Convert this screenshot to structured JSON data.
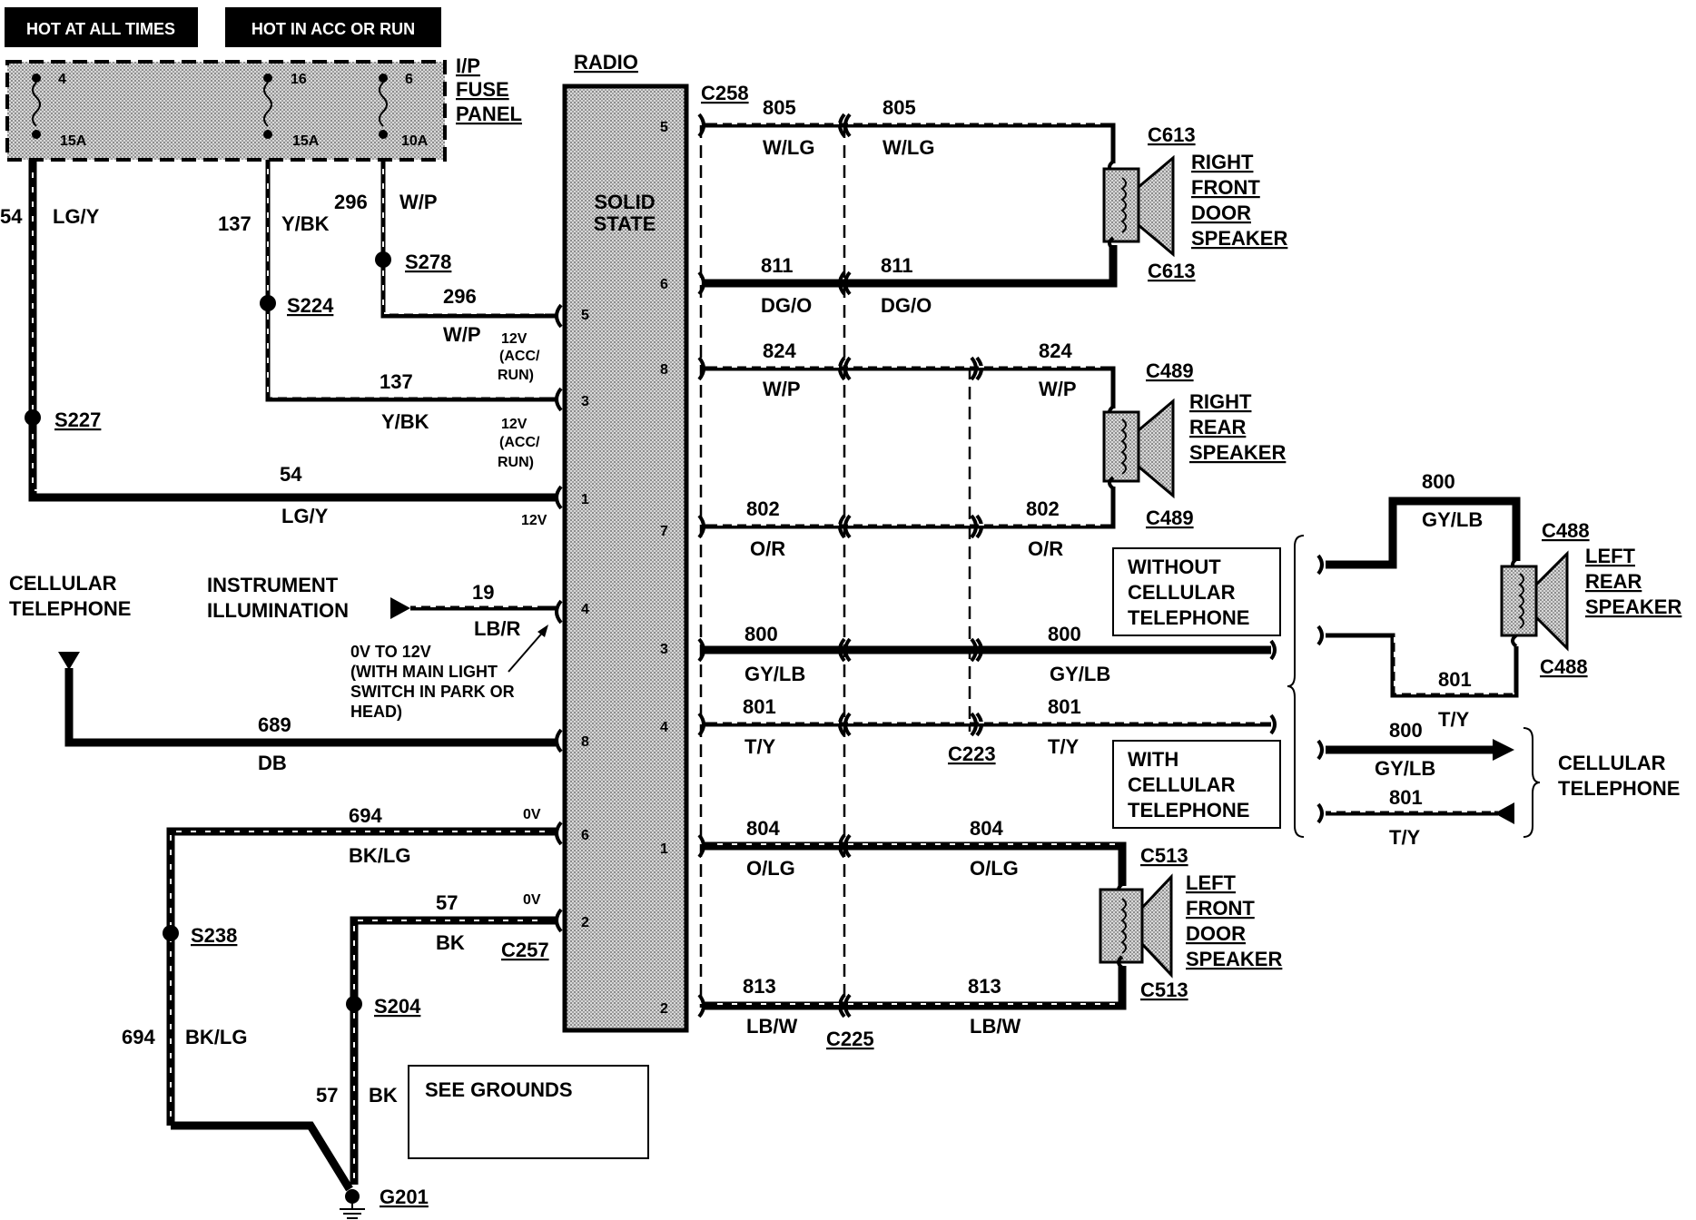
{
  "header": {
    "hot_at_all_times": "HOT AT ALL TIMES",
    "hot_in_acc_or_run": "HOT IN ACC OR RUN"
  },
  "fuse_panel": {
    "label_line1": "I/P",
    "label_line2": "FUSE",
    "label_line3": "PANEL",
    "fuses": [
      {
        "number": "4",
        "rating": "15A"
      },
      {
        "number": "16",
        "rating": "15A"
      },
      {
        "number": "6",
        "rating": "10A"
      }
    ]
  },
  "radio": {
    "title": "RADIO",
    "inner_line1": "SOLID",
    "inner_line2": "STATE",
    "left_pins": [
      "5",
      "3",
      "1",
      "4",
      "8",
      "6",
      "2"
    ],
    "right_pins": [
      "5",
      "6",
      "8",
      "7",
      "3",
      "4",
      "1",
      "2"
    ]
  },
  "left_wires": {
    "w54": {
      "number": "54",
      "color": "LG/Y"
    },
    "w137": {
      "number": "137",
      "color": "Y/BK"
    },
    "w296": {
      "number": "296",
      "color": "W/P"
    },
    "w19": {
      "number": "19",
      "color": "LB/R"
    },
    "w689": {
      "number": "689",
      "color": "DB"
    },
    "w694": {
      "number": "694",
      "color": "BK/LG"
    },
    "w57": {
      "number": "57",
      "color": "BK"
    }
  },
  "splices": {
    "s278": "S278",
    "s224": "S224",
    "s227": "S227",
    "s238": "S238",
    "s204": "S204",
    "g201": "G201"
  },
  "pin_notes": {
    "v12": "12V",
    "acc": "(ACC/",
    "run": "RUN)",
    "v0": "0V",
    "note_line1": "0V TO 12V",
    "note_line2": "(WITH MAIN LIGHT",
    "note_line3": "SWITCH IN PARK OR",
    "note_line4": "HEAD)"
  },
  "labels": {
    "cellular_telephone_line1": "CELLULAR",
    "cellular_telephone_line2": "TELEPHONE",
    "instrument_line1": "INSTRUMENT",
    "instrument_line2": "ILLUMINATION",
    "see_grounds": "SEE GROUNDS",
    "without_line1": "WITHOUT",
    "without_line2": "CELLULAR",
    "without_line3": "TELEPHONE",
    "with_line1": "WITH",
    "with_line2": "CELLULAR",
    "with_line3": "TELEPHONE",
    "cell_right_line1": "CELLULAR",
    "cell_right_line2": "TELEPHONE"
  },
  "connectors": {
    "c258": "C258",
    "c257": "C257",
    "c223": "C223",
    "c225": "C225",
    "c613": "C613",
    "c489": "C489",
    "c488": "C488",
    "c513": "C513"
  },
  "speaker_wires": {
    "w805": {
      "number": "805",
      "color": "W/LG"
    },
    "w811": {
      "number": "811",
      "color": "DG/O"
    },
    "w824": {
      "number": "824",
      "color": "W/P"
    },
    "w802": {
      "number": "802",
      "color": "O/R"
    },
    "w800": {
      "number": "800",
      "color": "GY/LB"
    },
    "w801": {
      "number": "801",
      "color": "T/Y"
    },
    "w804": {
      "number": "804",
      "color": "O/LG"
    },
    "w813": {
      "number": "813",
      "color": "LB/W"
    }
  },
  "speakers": {
    "right_front": [
      "RIGHT",
      "FRONT",
      "DOOR",
      "SPEAKER"
    ],
    "right_rear": [
      "RIGHT",
      "REAR",
      "SPEAKER"
    ],
    "left_rear": [
      "LEFT",
      "REAR",
      "SPEAKER"
    ],
    "left_front": [
      "LEFT",
      "FRONT",
      "DOOR",
      "SPEAKER"
    ]
  }
}
